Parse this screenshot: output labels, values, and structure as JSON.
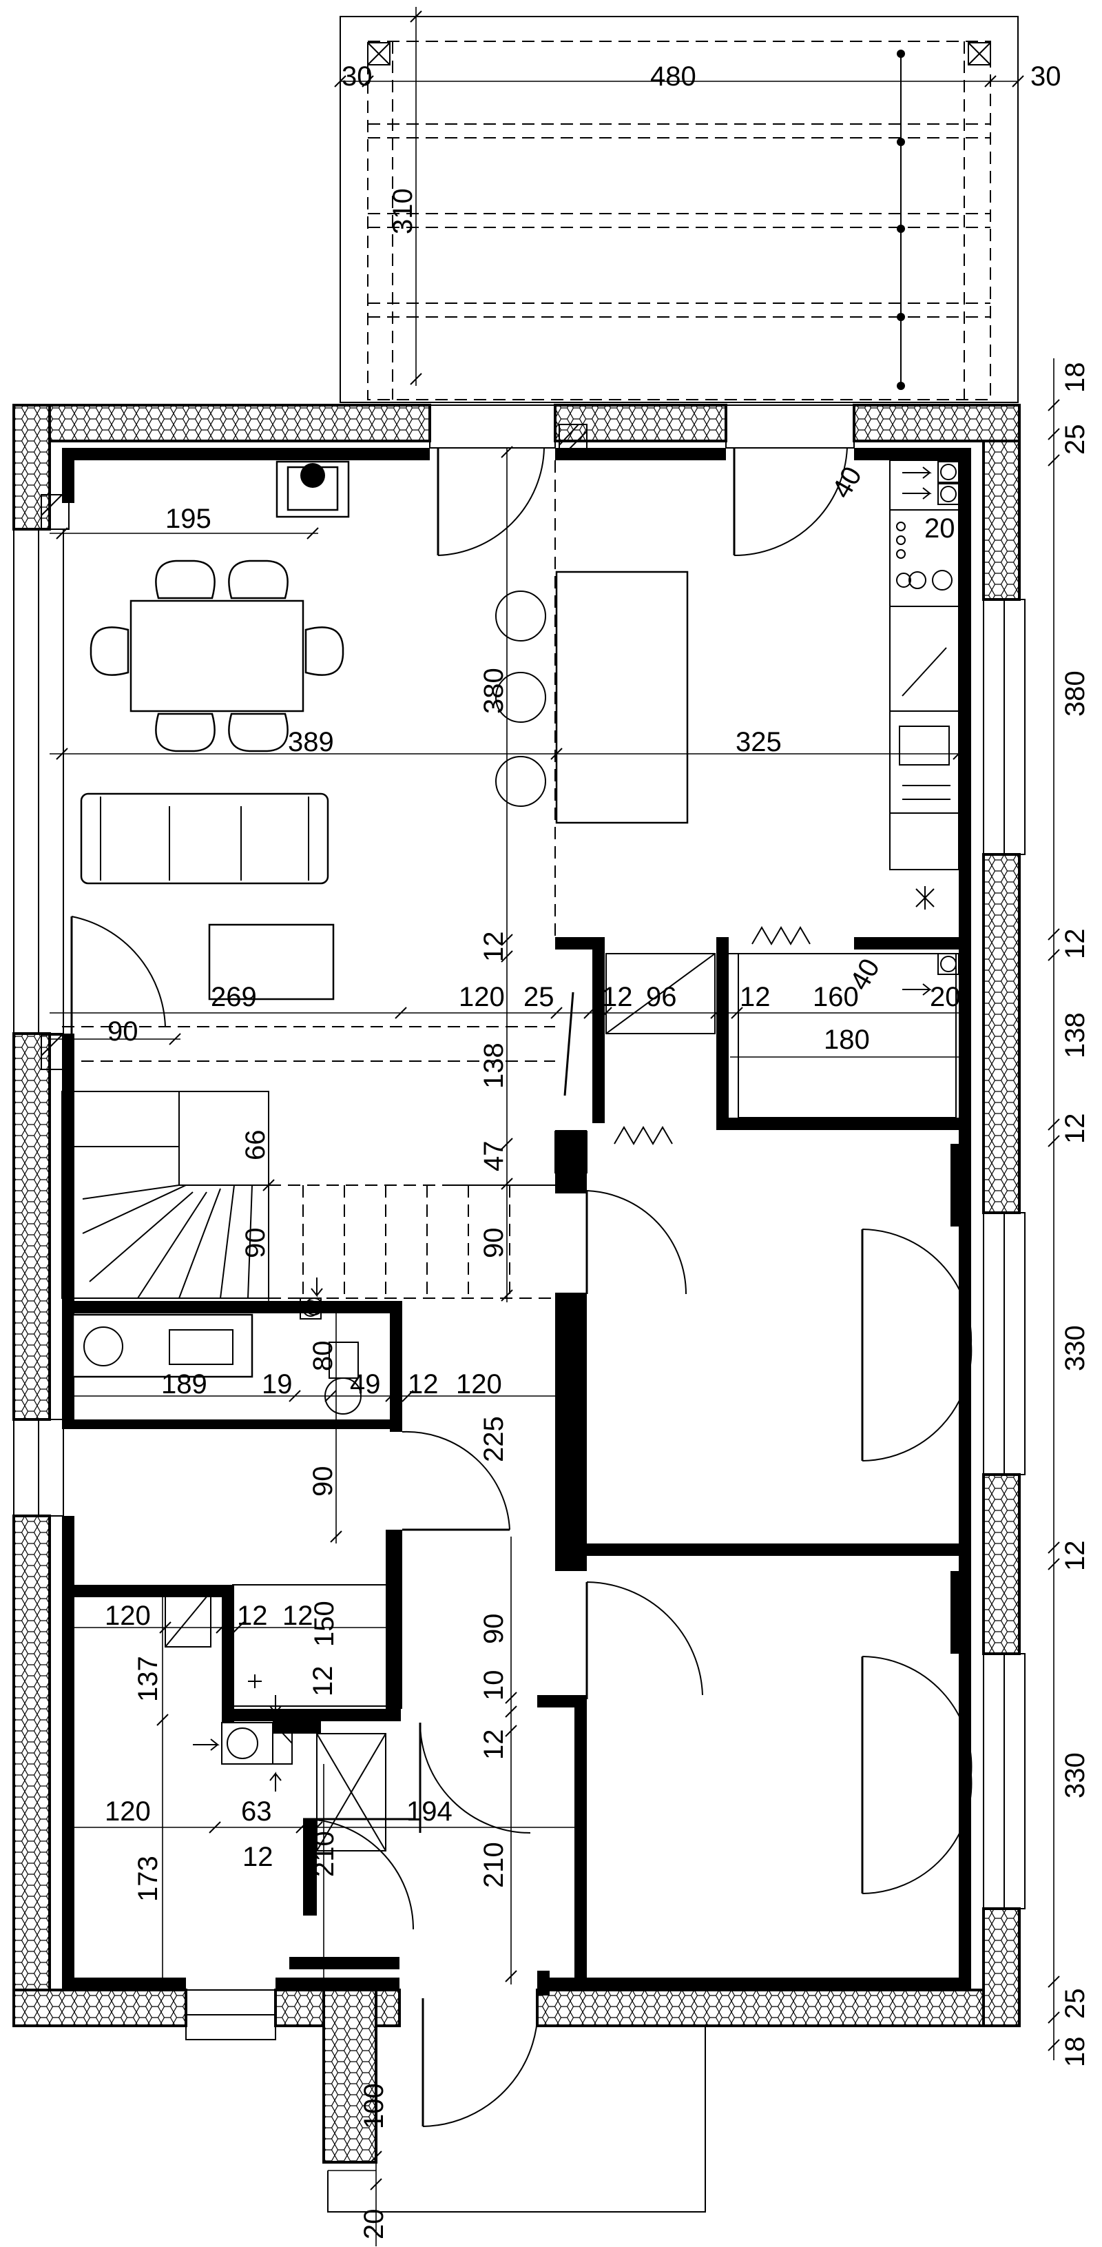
{
  "dimensions": {
    "pergola": [
      "30",
      "480",
      "30",
      "310"
    ],
    "right_column": [
      "18",
      "25",
      "380",
      "12",
      "138",
      "12",
      "330",
      "12",
      "330",
      "25",
      "18"
    ],
    "living": [
      "195",
      "380",
      "389",
      "325",
      "12",
      "120",
      "25",
      "269",
      "90",
      "12",
      "96",
      "12",
      "160",
      "180",
      "40",
      "20",
      "40",
      "20"
    ],
    "hall": [
      "138",
      "66",
      "47",
      "90",
      "90",
      "80",
      "189",
      "19",
      "49",
      "12",
      "120",
      "225",
      "90"
    ],
    "bath": [
      "120",
      "12",
      "12",
      "150",
      "12",
      "90",
      "137",
      "10",
      "12",
      "120",
      "63",
      "194",
      "12",
      "210",
      "173",
      "210"
    ],
    "entrance": [
      "100",
      "20"
    ]
  }
}
